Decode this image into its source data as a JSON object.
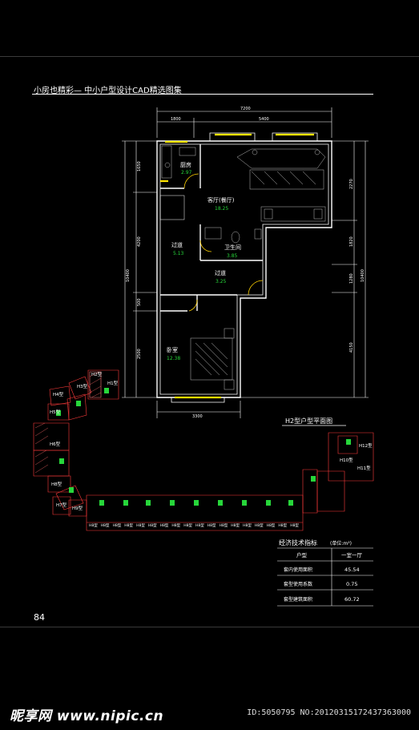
{
  "header": {
    "title": "小房也精彩— 中小户型设计CAD精选图集"
  },
  "plan": {
    "dims_top": [
      "7200",
      "1800",
      "5400"
    ],
    "dims_bottom": [
      "3300"
    ],
    "dims_left": [
      "1650",
      "4200",
      "10400",
      "500",
      "2500"
    ],
    "dims_right": [
      "2270",
      "1820",
      "1280",
      "10400",
      "4150"
    ],
    "rooms": [
      {
        "name": "厨房",
        "area": "2.97"
      },
      {
        "name": "客厅(餐厅)",
        "area": "18.25"
      },
      {
        "name": "卫生间",
        "area": "3.85"
      },
      {
        "name": "过道",
        "area": "5.13"
      },
      {
        "name": "过道",
        "area": "3.25"
      },
      {
        "name": "卧室",
        "area": "12.38"
      }
    ],
    "caption": "H2型户型平面图"
  },
  "site": {
    "labels": [
      "H2型",
      "H1型",
      "H4型",
      "H3型",
      "H5型",
      "H6型",
      "H7型",
      "H8型",
      "H9型",
      "H10型",
      "H11型",
      "H12型"
    ],
    "bottom_units": [
      "H8型",
      "H8型",
      "H8型",
      "H8型",
      "H8型",
      "H8型",
      "H8型",
      "H8型",
      "H8型",
      "H8型",
      "H8型",
      "H8型",
      "H8型",
      "H8型",
      "H8型",
      "H8型",
      "H8型",
      "H8型"
    ]
  },
  "table": {
    "title": "经济技术指标",
    "unit": "(单位:m²)",
    "header": [
      "户型",
      "一室一厅"
    ],
    "rows": [
      [
        "套内使用面积",
        "45.54"
      ],
      [
        "套型使用系数",
        "0.75"
      ],
      [
        "套型建筑面积",
        "60.72"
      ]
    ]
  },
  "page_number": "84",
  "footer": {
    "brand": "昵享网 www.nipic.cn",
    "image_id": "ID:5050795 NO:20120315172437363000"
  },
  "colors": {
    "background": "#000000",
    "wall": "#ffffff",
    "window": "#ffe400",
    "area_text": "#27d63a",
    "site_outline": "#ff3b3b",
    "door": "#ffd200"
  }
}
